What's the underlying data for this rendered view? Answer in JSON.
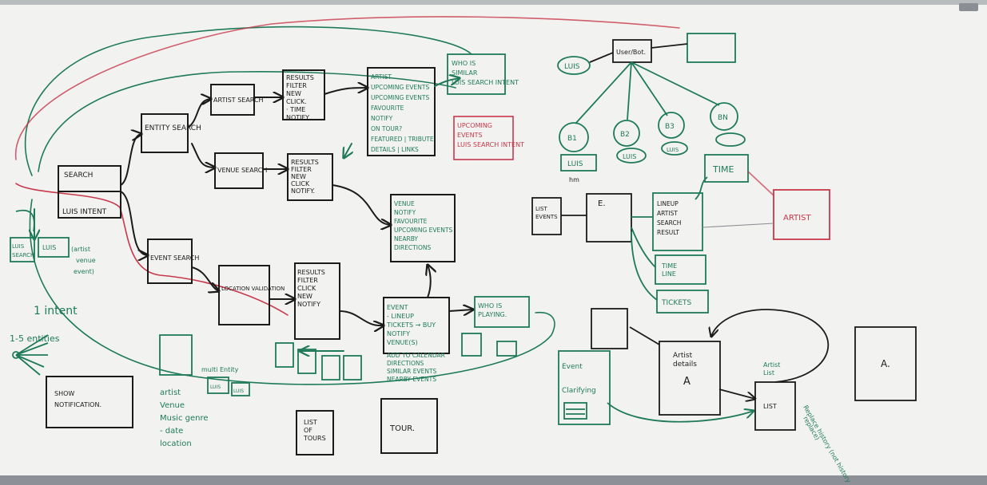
{
  "palette": {
    "board": "#f2f3f1",
    "black_marker": "#1b1b1b",
    "green_marker": "#1f7a5a",
    "red_marker": "#c8384a"
  },
  "flow": {
    "search": "SEARCH",
    "luis_intent": "LUIS INTENT",
    "entity_search": "ENTITY SEARCH",
    "artist_search": "ARTIST SEARCH",
    "venue_search": "VENUE SEARCH",
    "event_search": "EVENT SEARCH",
    "location_validation": "LOCATION VALIDATION",
    "results_artist": [
      "RESULTS",
      "FILTER",
      "NEW",
      "CLICK.",
      "· TIME",
      "NOTIFY"
    ],
    "results_venue": [
      "RESULTS",
      "FILTER",
      "NEW",
      "CLICK",
      "NOTIFY."
    ],
    "results_event": [
      "RESULTS",
      "FILTER",
      "CLICK",
      "NEW",
      "NOTIFY"
    ],
    "artist_detail": [
      "ARTIST",
      "UPCOMING EVENTS",
      "UPCOMING EVENTS",
      "FAVOURITE",
      "NOTIFY",
      "ON TOUR?",
      "FEATURED | TRIBUTE",
      "DETAILS | LINKS"
    ],
    "who_is_similar": [
      "WHO IS",
      "SIMILAR",
      "LUIS SEARCH INTENT"
    ],
    "upcoming_events": [
      "UPCOMING",
      "EVENTS",
      "LUIS SEARCH INTENT"
    ],
    "venue_detail": [
      "VENUE",
      "NOTIFY",
      "FAVOURITE",
      "UPCOMING EVENTS",
      "NEARBY",
      "DIRECTIONS"
    ],
    "event_detail": [
      "EVENT",
      "- LINEUP",
      "TICKETS → BUY",
      "NOTIFY",
      "VENUE(S)"
    ],
    "event_extras": [
      "ADD TO CALENDAR",
      "DIRECTIONS",
      "SIMILAR EVENTS",
      "NEARBY EVENTS"
    ],
    "who_is_playing": [
      "WHO IS",
      "PLAYING."
    ]
  },
  "left_notes": {
    "luis_search": [
      "LUIS",
      "SEARCH"
    ],
    "luis_entity": "LUIS",
    "entity_note": [
      "(artist",
      "venue",
      "event)"
    ],
    "one_intent": "1 intent",
    "entities": "1-5 entities"
  },
  "bottom": {
    "show_notification": [
      "SHOW",
      "NOTIFICATION."
    ],
    "list_of_tours": [
      "LIST",
      "OF",
      "TOURS"
    ],
    "tour": "TOUR.",
    "multi_entity": "multi Entity",
    "luis_small": [
      "LUIS",
      "LUIS"
    ],
    "entity_list": [
      "artist",
      "Venue",
      "Music genre",
      "- date",
      "location"
    ]
  },
  "right": {
    "user_top": "User/Bot.",
    "luis_top": "LUIS",
    "bot_labels": [
      "B1",
      "B2",
      "B3",
      "BN"
    ],
    "bottom_luis": [
      "LUIS",
      "LUIS",
      "LUIS"
    ],
    "hm": "hm",
    "list_events": [
      "LIST",
      "EVENTS"
    ],
    "e_box": "E.",
    "lineup": [
      "LINEUP",
      "ARTIST",
      "SEARCH",
      "RESULT"
    ],
    "time": "TIME",
    "time_lineup": [
      "TIME",
      "LINE"
    ],
    "tickets": "TICKETS",
    "artist_red": "ARTIST",
    "event_card": [
      "Event",
      "Clarifying"
    ],
    "artist_card": [
      "Artist",
      "details"
    ],
    "a_label": "A",
    "list_label": "LIST",
    "artist_list": [
      "Artist",
      "List"
    ],
    "replace_note": [
      "Replace history (not history",
      "replace)"
    ],
    "a_small": "A."
  }
}
